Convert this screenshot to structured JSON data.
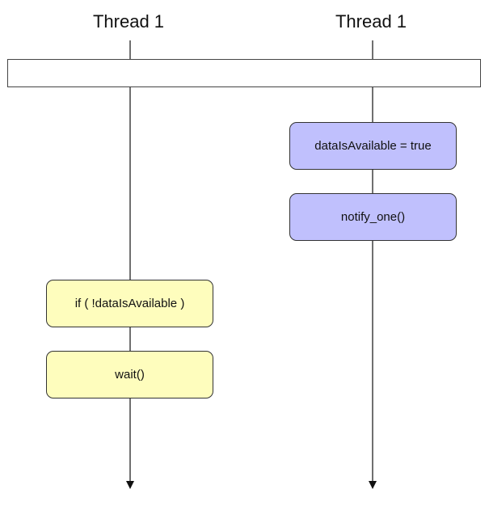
{
  "threads": [
    {
      "title": "Thread 1",
      "steps": [
        "if ( !dataIsAvailable )",
        "wait()"
      ]
    },
    {
      "title": "Thread 1",
      "steps": [
        "dataIsAvailable = true",
        "notify_one()"
      ]
    }
  ],
  "colors": {
    "left_step_fill": "#fefdbd",
    "right_step_fill": "#c0c0fd",
    "line": "#111111"
  }
}
